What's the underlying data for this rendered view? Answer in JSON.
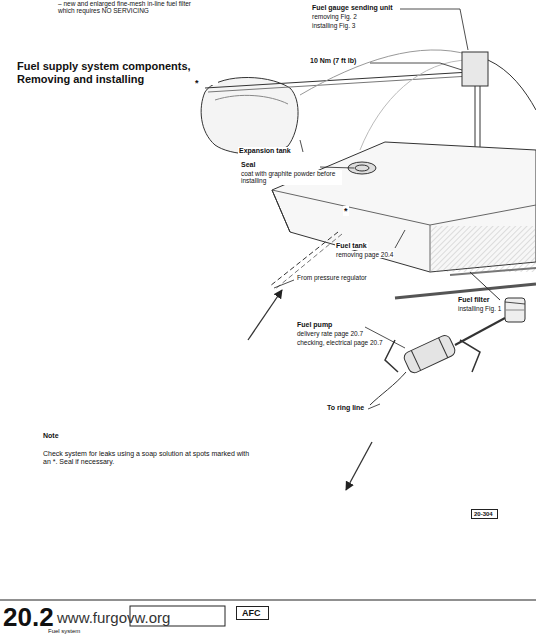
{
  "diagram": {
    "title": "Fuel supply system components, Removing and installing",
    "nodes": [
      {
        "text": [
          "20-304"
        ]
      },
      {
        "text": [
          "AFC"
        ]
      }
    ],
    "labels": [
      "– new and enlarged fine-mesh in-line fuel filter which requires NO SERVICING",
      "Fuel gauge sending unit",
      "removing Fig. 2",
      "installing Fig. 3",
      "10 Nm (7 ft lb)",
      "*",
      "Expansion tank",
      "Seal",
      "coat with graphite powder before installing",
      "*",
      "Fuel tank",
      "removing page 20.4",
      "From pressure regulator",
      "Fuel filter",
      "installing Fig. 1",
      "Fuel pump",
      "delivery rate page 20.7",
      "checking, electrical page 20.7",
      "To ring line",
      "Note",
      "Check system for leaks using a soap solution at spots marked with an *. Seal if necessary.",
      "20.2",
      "Fuel system",
      "www.furgovw.org"
    ]
  }
}
